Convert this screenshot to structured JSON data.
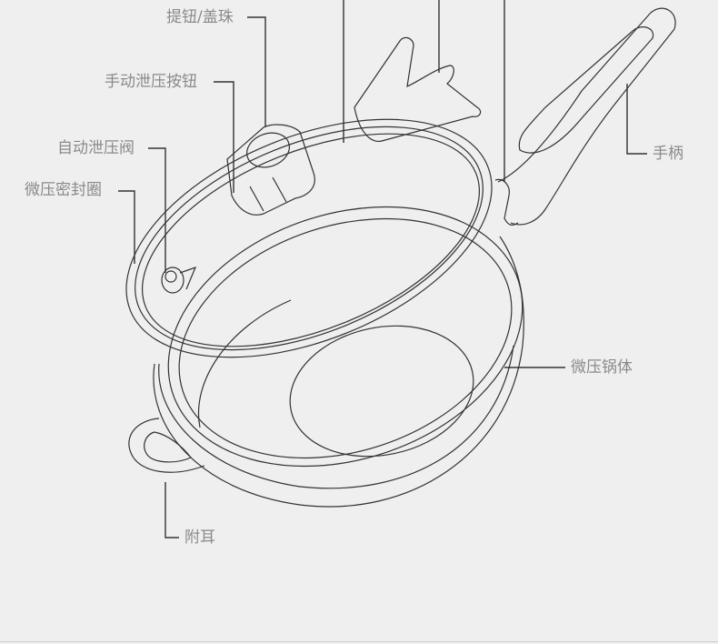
{
  "labels": {
    "knob": "提钮/盖珠",
    "manual_release": "手动泄压按钮",
    "auto_valve": "自动泄压阀",
    "seal_ring": "微压密封圈",
    "handle": "手柄",
    "pot_body": "微压锅体",
    "side_ear": "附耳"
  },
  "colors": {
    "background": "#efefef",
    "line": "#333333",
    "label": "#8a8a8a"
  }
}
